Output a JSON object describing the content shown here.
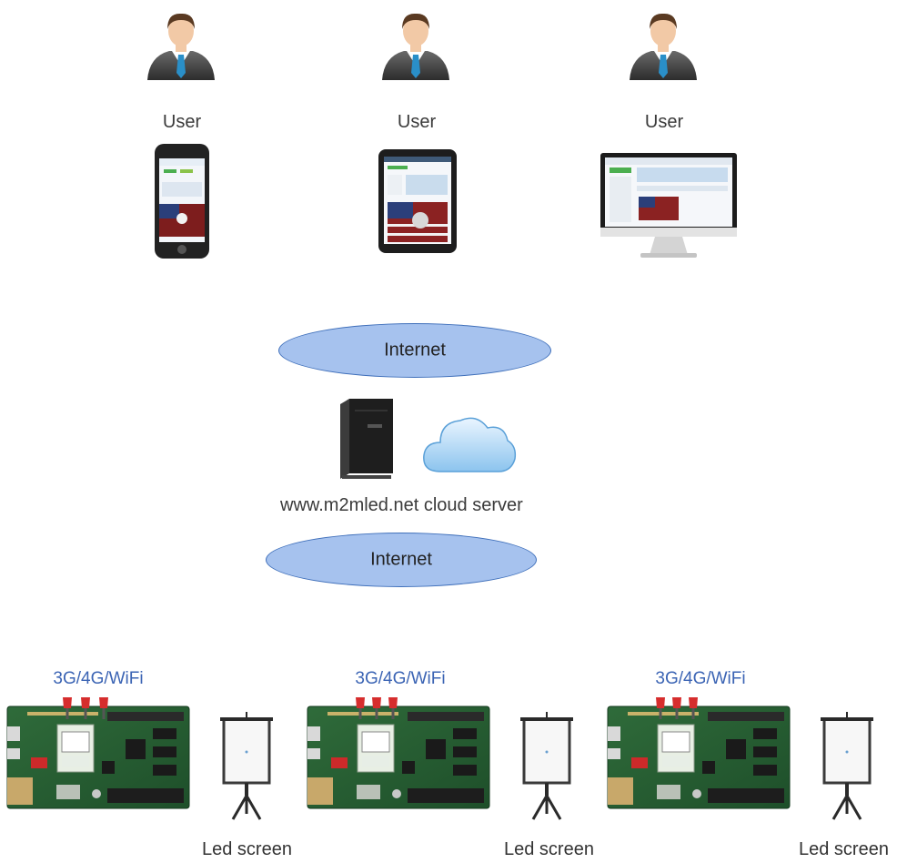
{
  "users": [
    {
      "label": "User",
      "device": "smartphone"
    },
    {
      "label": "User",
      "device": "tablet"
    },
    {
      "label": "User",
      "device": "desktop-monitor"
    }
  ],
  "internet_top": {
    "label": "Internet"
  },
  "server": {
    "label": "www.m2mled.net cloud server",
    "icons": [
      "server-tower-icon",
      "cloud-icon"
    ]
  },
  "internet_bottom": {
    "label": "Internet"
  },
  "controllers": [
    {
      "connection": "3G/4G/WiFi",
      "screen": "Led screen"
    },
    {
      "connection": "3G/4G/WiFi",
      "screen": "Led screen"
    },
    {
      "connection": "3G/4G/WiFi",
      "screen": "Led screen"
    }
  ],
  "colors": {
    "ellipse_fill": "#a6c2ee",
    "ellipse_stroke": "#3f6fba",
    "arrow": "#7ba3dc",
    "label_blue": "#3b64b4"
  }
}
